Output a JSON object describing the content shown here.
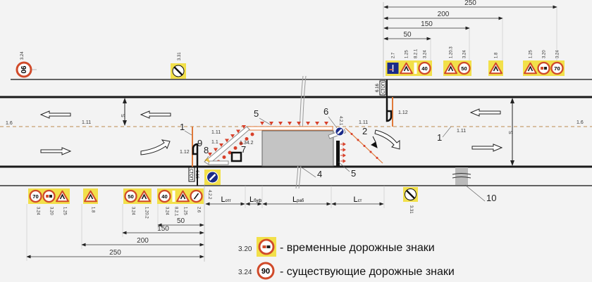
{
  "colors": {
    "background": "#f3f3f3",
    "road_line": "#1a1a1a",
    "center_line": "#c8a070",
    "fence": "#e07a3a",
    "cone": "#d8402a",
    "sign_red": "#d04a2a",
    "sign_yellow": "#f2e04a",
    "sign_blue": "#1a2a88",
    "work_area": "#c4c4c4"
  },
  "signs": {
    "top_left": [
      {
        "code": "3.24",
        "value": "90",
        "kind": "existing-speed-limit"
      },
      {
        "code": "3.31",
        "kind": "end-of-restrictions"
      }
    ],
    "top_right_groups": [
      [
        {
          "code": "2.7",
          "kind": "priority-over-oncoming"
        },
        {
          "code": "1.25",
          "kind": "road-works"
        },
        {
          "code": "8.2.1",
          "kind": "distance-plate"
        },
        {
          "code": "3.24",
          "value": "40",
          "kind": "speed-limit"
        }
      ],
      [
        {
          "code": "1.20.3",
          "kind": "road-narrows"
        },
        {
          "code": "3.24",
          "value": "50",
          "kind": "speed-limit"
        }
      ],
      [
        {
          "code": "1.8",
          "kind": "traffic-light"
        }
      ],
      [
        {
          "code": "1.25",
          "kind": "road-works"
        },
        {
          "code": "3.20",
          "kind": "no-overtaking"
        },
        {
          "code": "3.24",
          "value": "70",
          "kind": "speed-limit"
        }
      ]
    ],
    "bottom_groups": [
      [
        {
          "code": "3.24",
          "value": "70",
          "kind": "speed-limit"
        },
        {
          "code": "3.20",
          "kind": "no-overtaking"
        },
        {
          "code": "1.25",
          "kind": "road-works"
        }
      ],
      [
        {
          "code": "1.8",
          "kind": "traffic-light"
        }
      ],
      [
        {
          "code": "3.24",
          "value": "50",
          "kind": "speed-limit"
        },
        {
          "code": "1.20.2",
          "kind": "road-narrows"
        }
      ],
      [
        {
          "code": "3.24",
          "value": "40",
          "kind": "speed-limit"
        },
        {
          "code": "8.2.1",
          "kind": "distance-plate"
        },
        {
          "code": "1.25",
          "kind": "road-works"
        },
        {
          "code": "2.6",
          "kind": "yield-to-oncoming"
        }
      ]
    ],
    "bottom_other": [
      {
        "code": "4.2.2",
        "kind": "keep-left"
      },
      {
        "code": "3.31",
        "kind": "end-of-restrictions"
      },
      {
        "code": "6.16",
        "text": "СТОП",
        "kind": "stop-line"
      }
    ],
    "top_stop": {
      "code": "6.16",
      "text": "СТОП"
    },
    "work_sign": {
      "code": "4.2.1"
    }
  },
  "dimensions": {
    "top": [
      "250",
      "200",
      "150",
      "50"
    ],
    "bottom": [
      "50",
      "150",
      "200",
      "250"
    ]
  },
  "lengths": [
    {
      "main": "L",
      "sub": "отг"
    },
    {
      "main": "L",
      "sub": "буф"
    },
    {
      "main": "L",
      "sub": "раб"
    },
    {
      "main": "L",
      "sub": "ст"
    }
  ],
  "markings": {
    "m16_left": "1.6",
    "m111_a": "1.11",
    "m111_b": "1.11",
    "m111_c": "1.11",
    "m111_d": "1.11",
    "m16_right": "1.6",
    "m112_left": "1.12",
    "m112_right": "1.12",
    "m11": "1.1",
    "m1342": "1.34.2"
  },
  "width_label": "S",
  "callouts": {
    "c1a": "1",
    "c9": "9",
    "c8": "8",
    "c7": "7",
    "c5a": "5",
    "c6": "6",
    "c2": "2",
    "c4": "4",
    "c5b": "5",
    "c10": "10",
    "c1b": "1"
  },
  "legend": [
    {
      "code": "3.20",
      "text": "- временные дорожные знаки"
    },
    {
      "code": "3.24",
      "value": "90",
      "text": "- существующие дорожные знаки"
    }
  ]
}
